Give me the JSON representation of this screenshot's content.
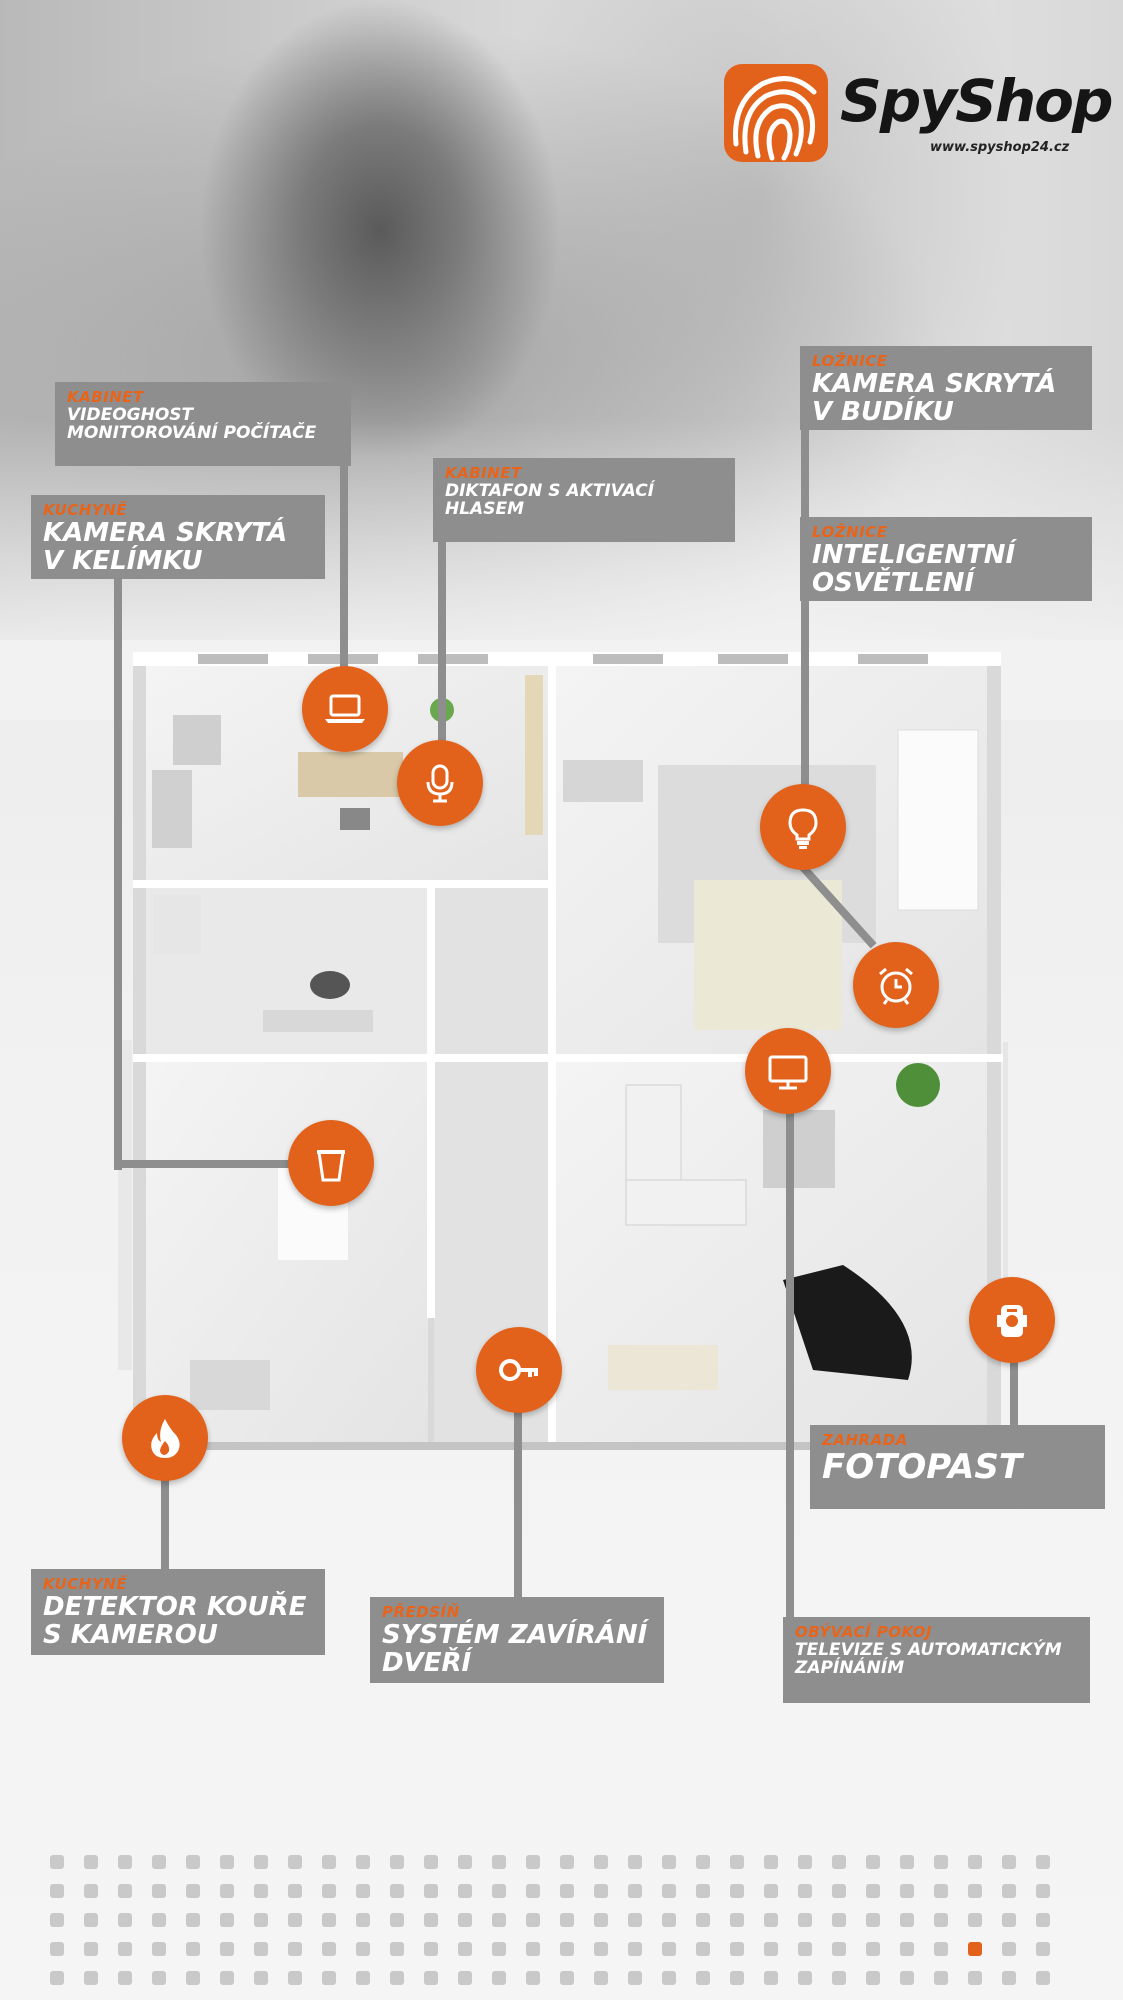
{
  "logo": {
    "brand": "SpyShop",
    "url": "www.spyshop24.cz",
    "icon": "fingerprint-icon",
    "color": "#e3621b"
  },
  "colors": {
    "accent": "#e3621b",
    "label_bg": "#8e8e8e",
    "dot": "#c9c9c9"
  },
  "labels": {
    "videoghost": {
      "room": "KABINET",
      "title": "VIDEOGHOST MONITOROVÁNÍ POČÍTAČE"
    },
    "diktafon": {
      "room": "KABINET",
      "title": "DIKTAFON S AKTIVACÍ HLASEM"
    },
    "kelimek": {
      "room": "KUCHYNĚ",
      "title": "KAMERA SKRYTÁ V KELÍMKU"
    },
    "budik": {
      "room": "LOŽNICE",
      "title": "KAMERA SKRYTÁ V BUDÍKU"
    },
    "osvetleni": {
      "room": "LOŽNICE",
      "title": "INTELIGENTNÍ OSVĚTLENÍ"
    },
    "fotopast": {
      "room": "ZAHRADA",
      "title": "FOTOPAST"
    },
    "detektor": {
      "room": "KUCHYNĚ",
      "title": "DETEKTOR KOUŘE S KAMEROU"
    },
    "dvere": {
      "room": "PŘEDSÍŇ",
      "title": "SYSTÉM ZAVÍRÁNÍ DVEŘÍ"
    },
    "televize": {
      "room": "OBÝVACÍ POKOJ",
      "title": "TELEVIZE S AUTOMATICKÝM ZAPÍNÁNÍM"
    }
  },
  "icons": {
    "laptop": "laptop-icon",
    "microphone": "microphone-icon",
    "bulb": "light-bulb-icon",
    "clock": "alarm-clock-icon",
    "tv": "television-icon",
    "cup": "cup-icon",
    "camera": "camera-trap-icon",
    "key": "key-icon",
    "fire": "fire-icon"
  },
  "dot_grid": {
    "columns": 30,
    "rows": 5,
    "highlight_row": 4,
    "highlight_col": 28
  }
}
